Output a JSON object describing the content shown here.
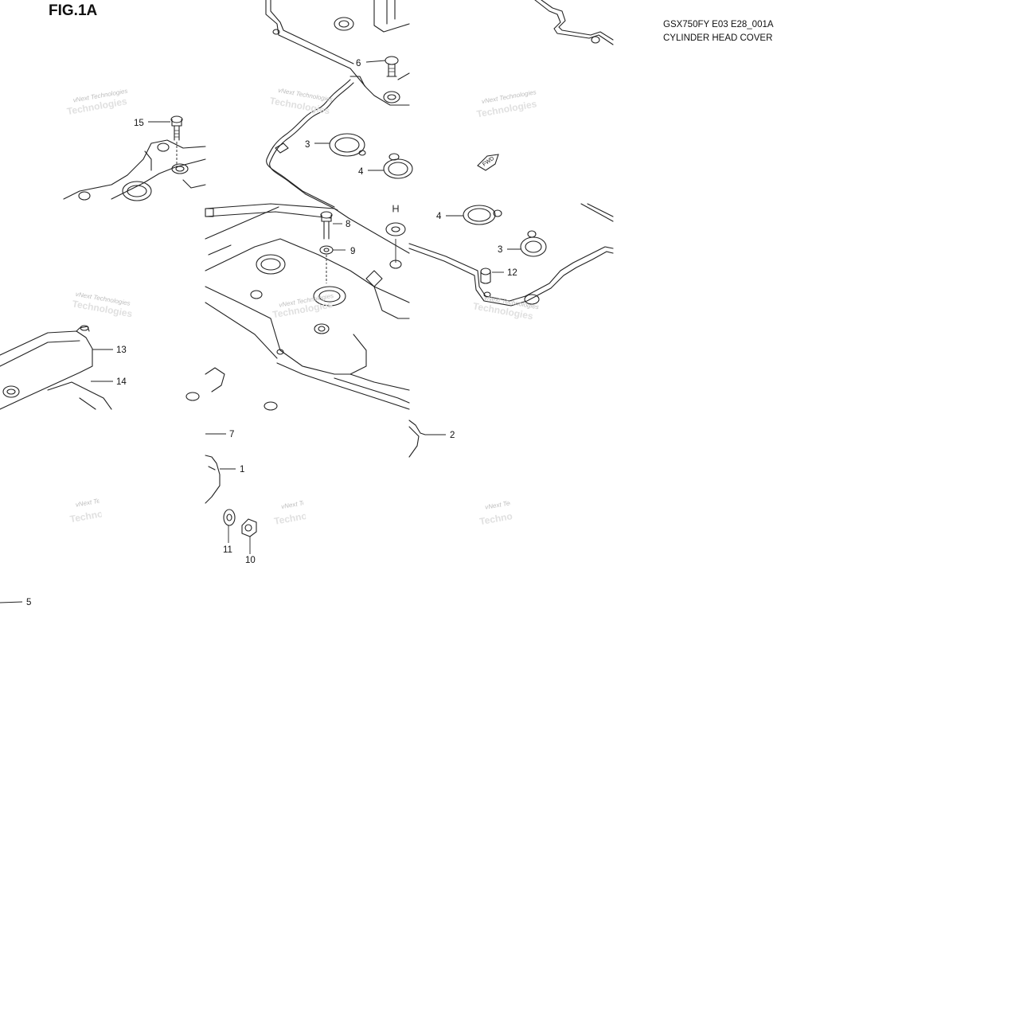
{
  "figure": {
    "label": "FIG.1A",
    "model_code": "GSX750FY E03 E28_001A",
    "description": "CYLINDER HEAD COVER"
  },
  "watermark": {
    "text": "vNext Technologies",
    "sub_text": "Technologies"
  },
  "fwd_arrow": {
    "text": "FWD",
    "icon": "forward-arrow-icon"
  },
  "callouts": {
    "c1": "1",
    "c2": "2",
    "c3a": "3",
    "c3b": "3",
    "c4a": "4",
    "c4b": "4",
    "c5": "5",
    "c6": "6",
    "c7": "7",
    "c8": "8",
    "c9": "9",
    "c10": "10",
    "c11": "11",
    "c12": "12",
    "c13": "13",
    "c14": "14",
    "c15": "15"
  },
  "colors": {
    "line": "#222222",
    "background": "#ffffff",
    "watermark": "#bdbdbd"
  }
}
